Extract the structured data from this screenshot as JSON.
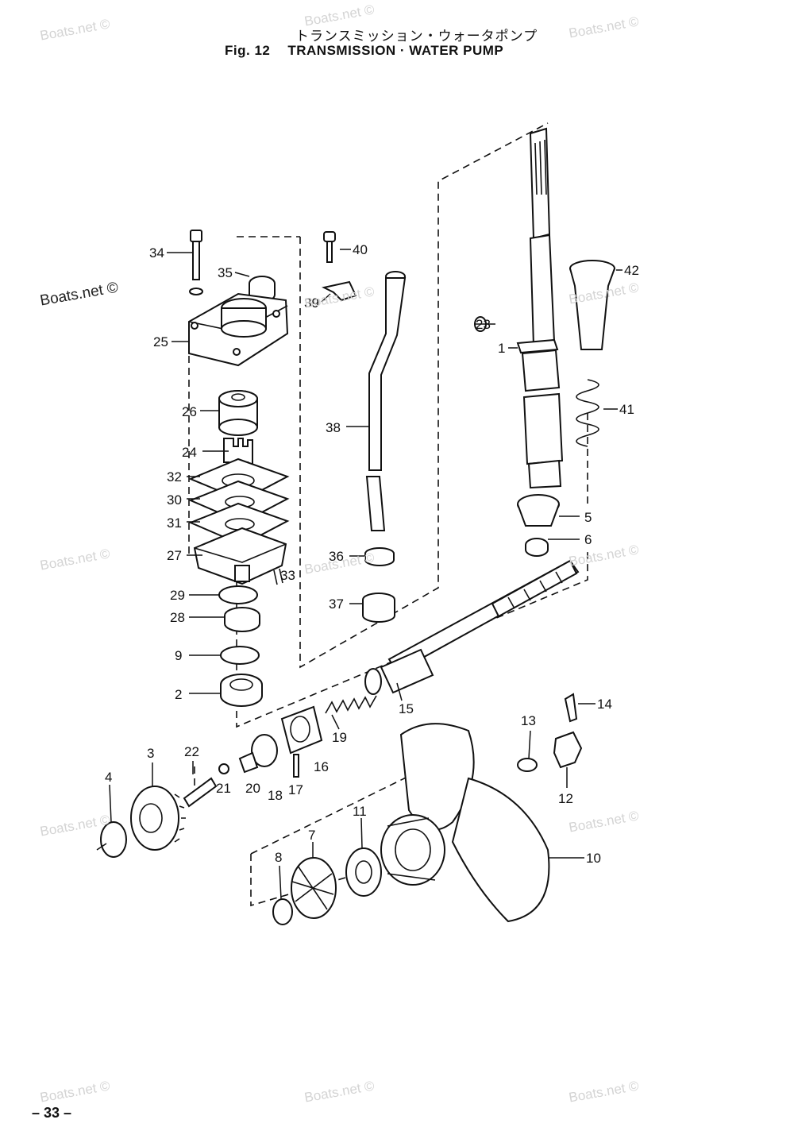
{
  "header": {
    "title_jp": "トランスミッション・ウォータポンプ",
    "figure": "Fig. 12",
    "title": "TRANSMISSION · WATER PUMP"
  },
  "watermark": "Boats.net ©",
  "page_number": "– 33 –",
  "callouts": [
    "1",
    "2",
    "3",
    "4",
    "5",
    "6",
    "7",
    "8",
    "9",
    "10",
    "11",
    "12",
    "13",
    "14",
    "15",
    "16",
    "17",
    "18",
    "19",
    "20",
    "21",
    "22",
    "23",
    "24",
    "25",
    "26",
    "27",
    "28",
    "29",
    "30",
    "31",
    "32",
    "33",
    "34",
    "35",
    "36",
    "37",
    "38",
    "39",
    "40",
    "41",
    "42"
  ],
  "colors": {
    "ink": "#111111",
    "watermark": "#d4d4d4",
    "background": "#ffffff"
  }
}
